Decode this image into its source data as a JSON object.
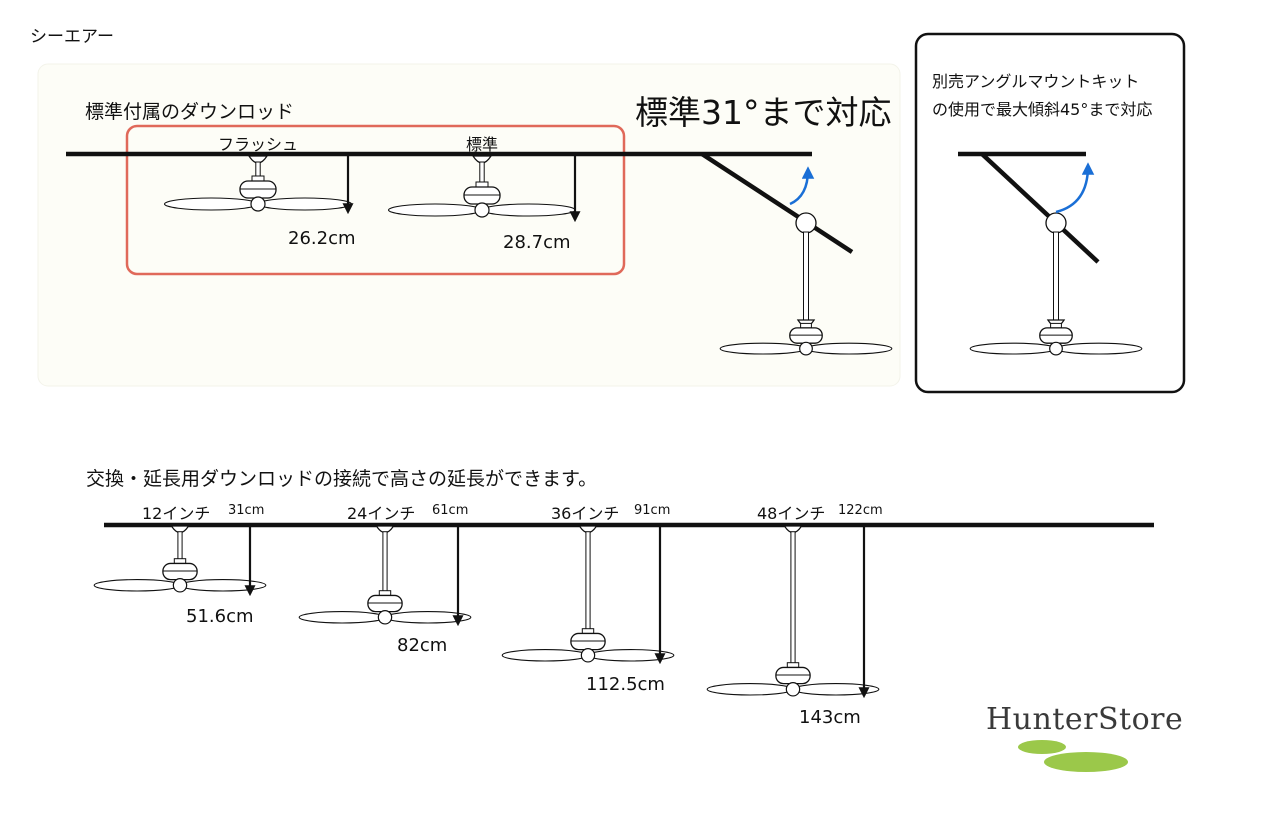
{
  "brand_label": "シーエアー",
  "standard": {
    "title": "標準付属のダウンロッド",
    "headline": "標準31°まで対応",
    "options": [
      {
        "label": "フラッシュ",
        "measure": "26.2cm"
      },
      {
        "label": "標準",
        "measure": "28.7cm"
      }
    ]
  },
  "angle_kit": {
    "line1": "別売アングルマウントキット",
    "line2": "の使用で最大傾斜45°まで対応"
  },
  "extension": {
    "title": "交換・延長用ダウンロッドの接続で高さの延長ができます。",
    "rods": [
      {
        "inch": "12インチ",
        "cm": "31cm",
        "measure": "51.6cm"
      },
      {
        "inch": "24インチ",
        "cm": "61cm",
        "measure": "82cm"
      },
      {
        "inch": "36インチ",
        "cm": "91cm",
        "measure": "112.5cm"
      },
      {
        "inch": "48インチ",
        "cm": "122cm",
        "measure": "143cm"
      }
    ]
  },
  "logo": {
    "text": "HunterStore",
    "accent": "#9bc84a"
  },
  "colors": {
    "highlight_box": "#e0695a",
    "angle_arrow": "#1a6fd6",
    "panel_bg": "#fdfdf7"
  }
}
